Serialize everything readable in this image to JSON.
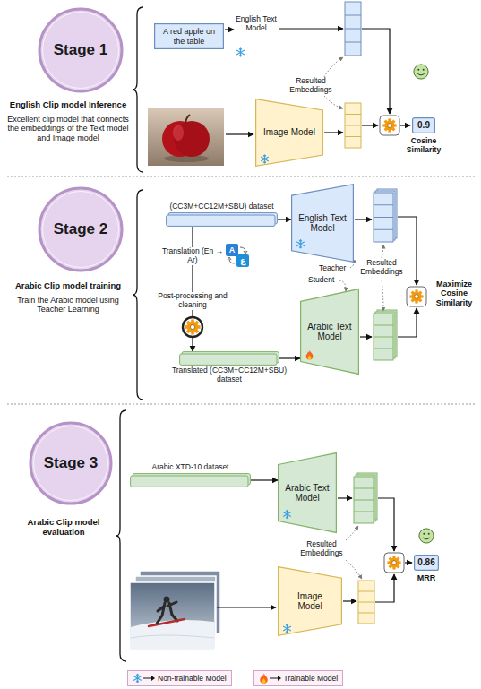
{
  "diagram": {
    "nodes": [
      {
        "text": [
          "Stage 1"
        ]
      },
      {
        "text": [
          "A red apple on the table"
        ]
      },
      {
        "text": [
          "Image Model"
        ]
      },
      {
        "text": [
          "0.9"
        ]
      },
      {
        "text": [
          "Stage 2"
        ]
      },
      {
        "text": [
          "(CC3M+CC12M+SBU) dataset"
        ]
      },
      {
        "text": [
          "English Text Model"
        ]
      },
      {
        "text": [
          "Translated (CC3M+CC12M+SBU) dataset"
        ]
      },
      {
        "text": [
          "Arabic Text Model"
        ]
      },
      {
        "text": [
          "Stage 3"
        ]
      },
      {
        "text": [
          "Arabic XTD-10 dataset"
        ]
      },
      {
        "text": [
          "Arabic Text Model"
        ]
      },
      {
        "text": [
          "Image Model"
        ]
      },
      {
        "text": [
          "0.86"
        ]
      }
    ],
    "edges": [
      {
        "from": 5,
        "to": 6,
        "arrow": "to"
      },
      {
        "from": 5,
        "to": 7,
        "arrow": "to"
      },
      {
        "from": 7,
        "to": 8,
        "arrow": "to"
      },
      {
        "from": 10,
        "to": 11,
        "arrow": "to"
      }
    ],
    "labels": [
      "English Clip model Inference",
      "Excellent clip model that connects the embeddings of the Text model and Image model",
      "English Text Model",
      "Resulted Embeddings",
      "Cosine Similarity",
      "Arabic Clip model training",
      "Train the Arabic model using Teacher Learning",
      "Translation (En → Ar)",
      "A",
      "ع",
      "Post-processing and cleaning",
      "Teacher",
      "Resulted Embeddings",
      "Student",
      "Maximize Cosine Similarity",
      "Arabic Clip model evaluation",
      "Resulted Embeddings",
      "MRR"
    ],
    "legend": [
      {
        "text": "Non-trainable Model"
      },
      {
        "text": "Trainable Model"
      }
    ]
  }
}
